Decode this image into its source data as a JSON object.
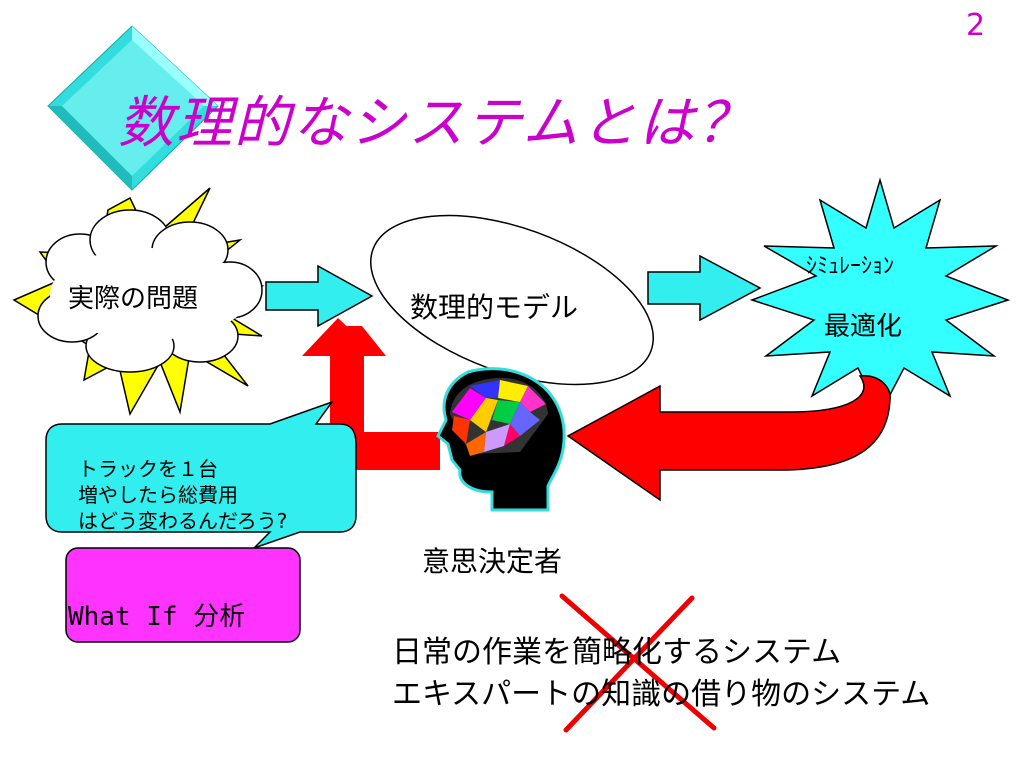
{
  "slide": {
    "page_number": "2",
    "title": "数理的なシステムとは？"
  },
  "diagram": {
    "real_problem": "実際の問題",
    "math_model": "数理的モデル",
    "simulation": "ｼﾐｭﾚｰｼｮﾝ",
    "optimization": "最適化",
    "decision_maker": "意思決定者",
    "speech_bubble": {
      "line1": "トラックを１台",
      "line2": "増やしたら総費用",
      "line3": "はどう変わるんだろう?"
    },
    "what_if": "What If 分析"
  },
  "bottom_text": {
    "line1": "日常の作業を簡略化するシステム",
    "line2": "エキスパートの知識の借り物のシステム"
  },
  "colors": {
    "title": "#cc00cc",
    "diamond": "#33dddd",
    "arrow_cyan": "#33eeee",
    "arrow_red": "#ff0000",
    "bubble_fill": "#33eeee",
    "whatif_fill": "#ff33ff",
    "star_fill": "#33ffff",
    "burst_fill": "#ffff00",
    "cross": "#ee0000"
  }
}
